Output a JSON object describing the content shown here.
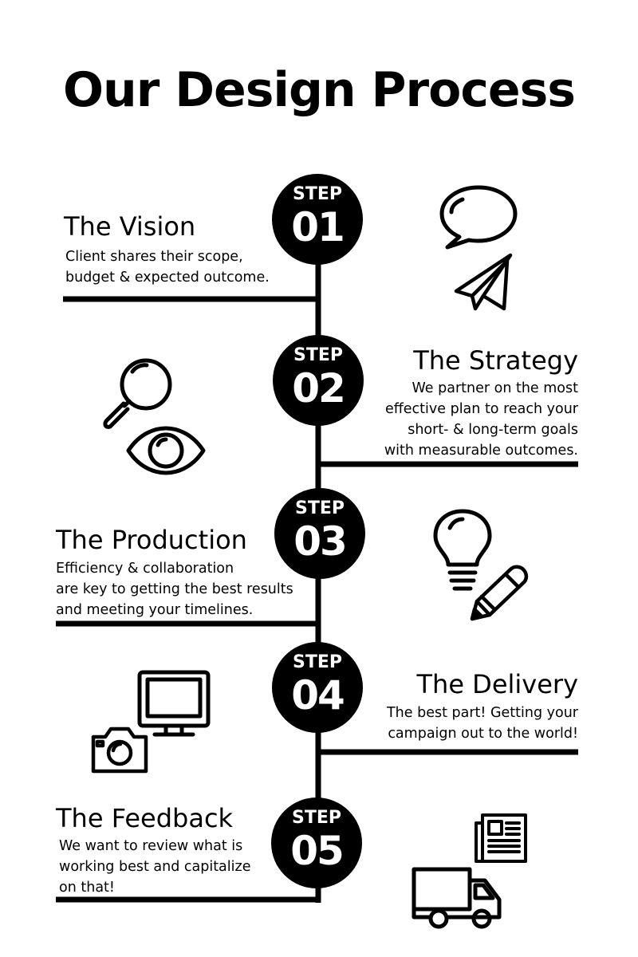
{
  "title": "Our Design Process",
  "steps": [
    {
      "label": "STEP",
      "number": "01",
      "title": "The Vision",
      "description": [
        "Client shares their scope,",
        "budget & expected outcome."
      ]
    },
    {
      "label": "STEP",
      "number": "02",
      "title": "The Strategy",
      "description": [
        "We partner on the most",
        "effective plan to reach your",
        "short- & long-term goals",
        "with measurable outcomes."
      ]
    },
    {
      "label": "STEP",
      "number": "03",
      "title": "The Production",
      "description": [
        "Efficiency & collaboration",
        "are key to getting the best results",
        "and meeting your timelines."
      ]
    },
    {
      "label": "STEP",
      "number": "04",
      "title": "The Delivery",
      "description": [
        "The best part! Getting your",
        "campaign out to the world!"
      ]
    },
    {
      "label": "STEP",
      "number": "05",
      "title": "The Feedback",
      "description": [
        "We want to review what is",
        "working best and capitalize",
        "on that!"
      ]
    }
  ],
  "icons": [
    "speech-bubble-icon",
    "paper-plane-icon",
    "magnifier-icon",
    "eye-icon",
    "lightbulb-icon",
    "pencil-icon",
    "monitor-icon",
    "camera-icon",
    "newspaper-icon",
    "truck-icon"
  ]
}
